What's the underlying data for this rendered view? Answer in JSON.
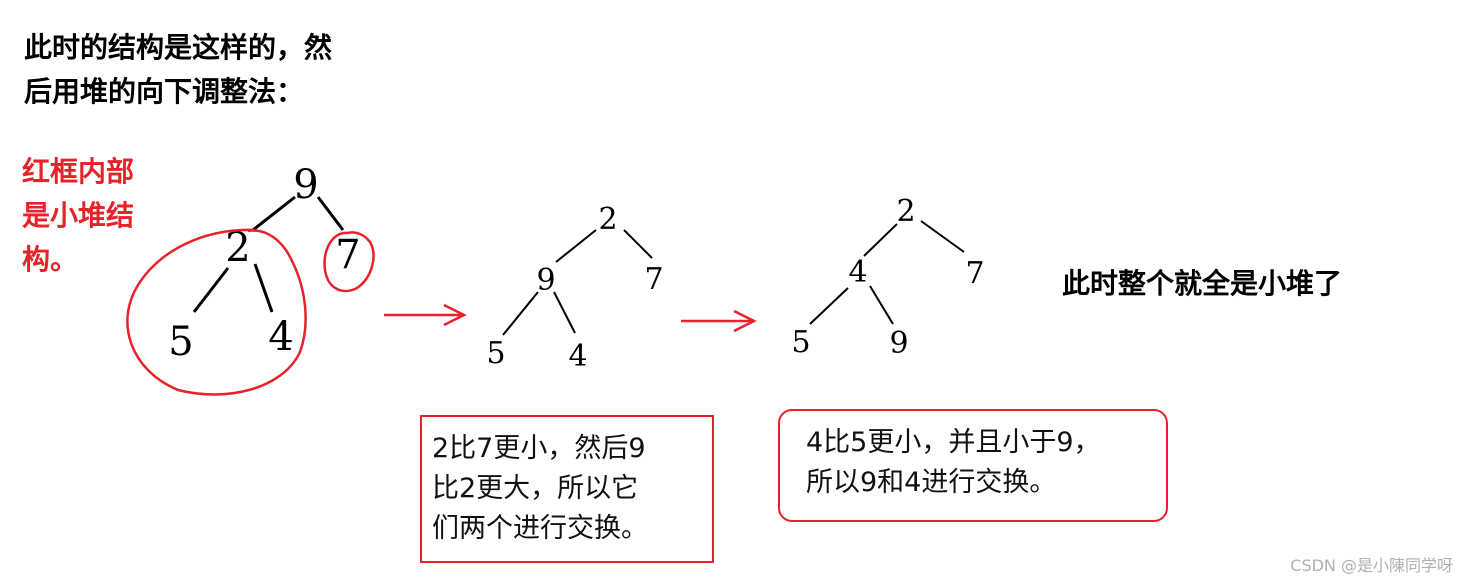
{
  "intro": {
    "line1": "此时的结构是这样的，然",
    "line2": "后用堆的向下调整法："
  },
  "note": {
    "line1": "红框内部",
    "line2": "是小堆结",
    "line3": "构。"
  },
  "trees": [
    {
      "root": "9",
      "left": "2",
      "right": "7",
      "leftleft": "5",
      "leftright": "4"
    },
    {
      "root": "2",
      "left": "9",
      "right": "7",
      "leftleft": "5",
      "leftright": "4"
    },
    {
      "root": "2",
      "left": "4",
      "right": "7",
      "leftleft": "5",
      "leftright": "9"
    }
  ],
  "box1": {
    "line1": "2比7更小，然后9",
    "line2": "比2更大，所以它",
    "line3": "们两个进行交换。"
  },
  "box2": {
    "line1": "4比5更小，并且小于9，",
    "line2": "所以9和4进行交换。"
  },
  "result": "此时整个就全是小堆了",
  "watermark": "CSDN @是小陳同学呀",
  "colors": {
    "annotation_red": "#e8222a",
    "text": "#000000"
  }
}
